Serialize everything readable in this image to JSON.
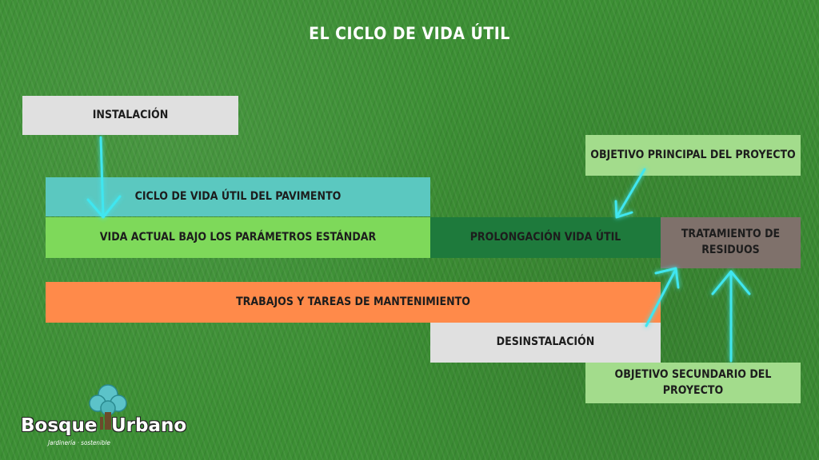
{
  "title": "EL CICLO DE VIDA ÚTIL",
  "boxes": {
    "instalacion": "INSTALACIÓN",
    "ciclo": "CICLO DE VIDA ÚTIL DEL PAVIMENTO",
    "vida_actual": "VIDA ACTUAL BAJO LOS PARÁMETROS ESTÁNDAR",
    "prolongacion": "PROLONGACIÓN VIDA ÚTIL",
    "tratamiento": "TRATAMIENTO DE RESIDUOS",
    "trabajos": "TRABAJOS Y TAREAS DE MANTENIMIENTO",
    "desinstalacion": "DESINSTALACIÓN",
    "objetivo_principal": "OBJETIVO PRINCIPAL DEL PROYECTO",
    "objetivo_secundario": "OBJETIVO SECUNDARIO DEL PROYECTO"
  },
  "logo": {
    "word1": "Bosque",
    "word2": "Urbano",
    "tagline": "Jardinería · sostenible"
  },
  "colors": {
    "grass": "#3c8f34",
    "light_gray": "#e0e0e0",
    "teal": "#5bc8c0",
    "light_green": "#7ed95a",
    "dark_green": "#1e7a3c",
    "brown_gray": "#7f716b",
    "orange": "#ff8a4a",
    "pale_green": "#a3dc8c",
    "arrow_glow": "#3fe6f0"
  }
}
